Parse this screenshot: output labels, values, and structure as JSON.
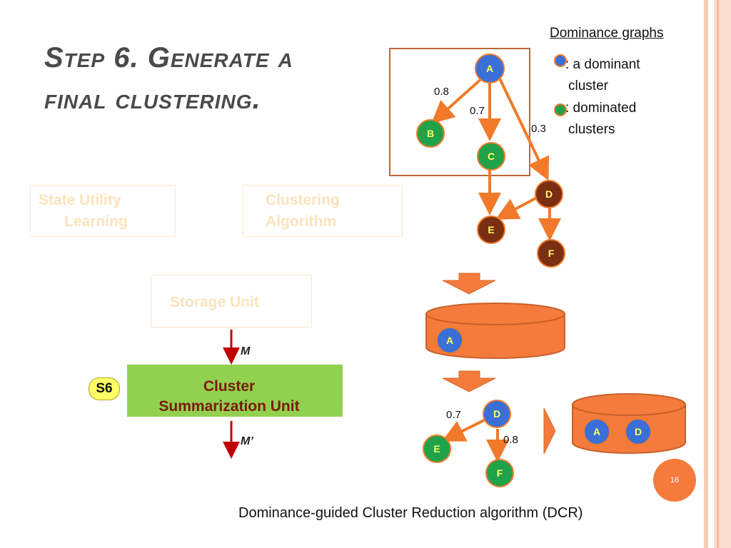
{
  "slide": {
    "title_line1": "Step 6. Generate a",
    "title_line2": "final clustering.",
    "page_number": "16"
  },
  "legend": {
    "heading": "Dominance graphs",
    "dominant_line1": ": a dominant",
    "dominant_line2": "cluster",
    "dominated_line1": ": dominated",
    "dominated_line2": "clusters",
    "dominant_color": "#3a6fd8",
    "dominated_color": "#1fa24a"
  },
  "pipeline": {
    "state_utility_line1": "State Utility",
    "state_utility_line2": "Learning",
    "clustering_line1": "Clustering",
    "clustering_line2": "Algorithm",
    "storage_unit": "Storage Unit",
    "input_label": "M",
    "output_label": "M’",
    "step_badge": "S6",
    "cluster_unit_line1": "Cluster",
    "cluster_unit_line2": "Summarization Unit"
  },
  "graph_top": {
    "nodes": [
      "A",
      "B",
      "C",
      "D",
      "E",
      "F"
    ],
    "edge_weights": [
      "0.8",
      "0.7",
      "0.3"
    ]
  },
  "db_middle": {
    "nodes": [
      "A"
    ]
  },
  "graph_bottom": {
    "nodes": [
      "D",
      "E",
      "F"
    ],
    "edge_weights": [
      "0.7",
      "0.8"
    ]
  },
  "db_right": {
    "nodes": [
      "A",
      "D"
    ]
  },
  "caption": "Dominance-guided Cluster Reduction algorithm (DCR)",
  "colors": {
    "accent_orange": "#f47b3b",
    "edge_orange": "#f07a2a",
    "dominant_blue": "#3a6fd8",
    "dominated_green": "#1fa24a",
    "removed_brown": "#7a2e12",
    "unit_green": "#92d050",
    "badge_yellow": "#ffff66"
  }
}
